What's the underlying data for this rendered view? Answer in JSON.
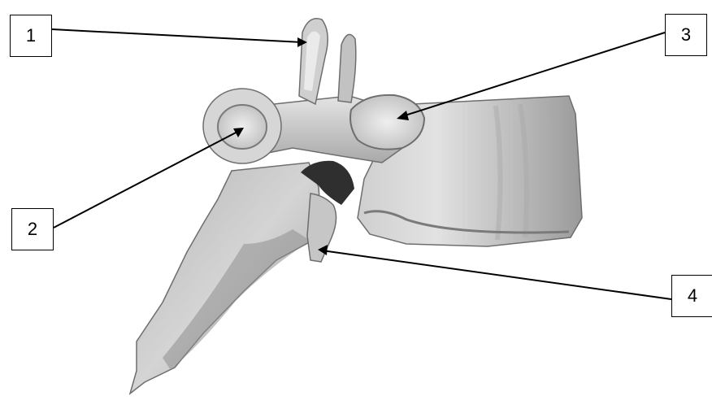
{
  "colors": {
    "bone_base": "#bdbdbd",
    "bone_light": "#dcdcdc",
    "bone_highlight": "#ececec",
    "bone_shadow": "#8d8d8d",
    "bone_dark": "#3c3c3c",
    "line": "#000000"
  },
  "labels": [
    {
      "id": "1",
      "text": "1"
    },
    {
      "id": "2",
      "text": "2"
    },
    {
      "id": "3",
      "text": "3"
    },
    {
      "id": "4",
      "text": "4"
    }
  ]
}
